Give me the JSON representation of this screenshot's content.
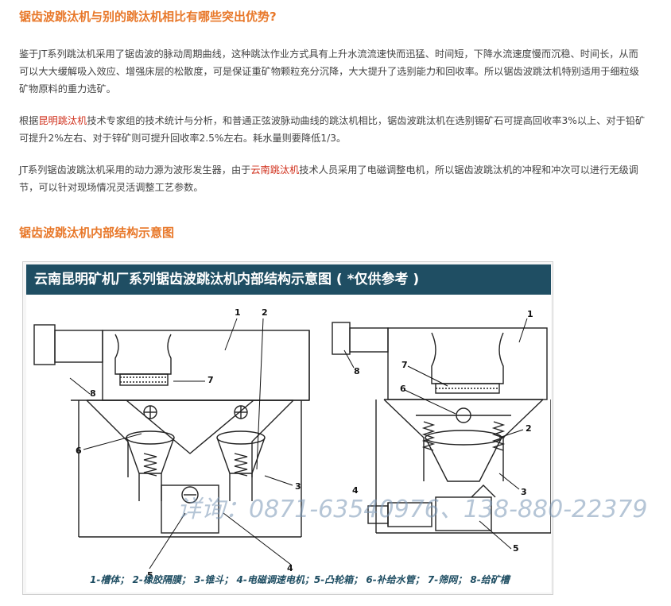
{
  "section1": {
    "heading": "锯齿波跳汰机与别的跳汰机相比有哪些突出优势?",
    "p1": "鉴于JT系列跳汰机采用了锯齿波的脉动周期曲线，这种跳汰作业方式具有上升水流流速快而迅猛、时间短，下降水流速度慢而沉稳、时间长，从而可以大大缓解吸入效应、增强床层的松散度，可是保证重矿物颗粒充分沉降，大大提升了选别能力和回收率。所以锯齿波跳汰机特别适用于细粒级矿物原料的重力选矿。",
    "p2_before": "根据",
    "p2_link": "昆明跳汰机",
    "p2_after": "技术专家组的技术统计与分析，和普通正弦波脉动曲线的跳汰机相比，锯齿波跳汰机在选别锡矿石可提高回收率3%以上、对于铅矿可提升2%左右、对于锌矿则可提升回收率2.5%左右。耗水量则要降低1/3。",
    "p3_before": "JT系列锯齿波跳汰机采用的动力源为波形发生器，由于",
    "p3_link": "云南跳汰机",
    "p3_after": "技术人员采用了电磁调整电机，所以锯齿波跳汰机的冲程和冲次可以进行无级调节，可以针对现场情况灵活调整工艺参数。"
  },
  "section2": {
    "heading": "锯齿波跳汰机内部结构示意图"
  },
  "figure": {
    "title": "云南昆明矿机厂系列锯齿波跳汰机内部结构示意图 ( *仅供参考 )",
    "watermark": "详询：0871-63540976、138-880-22379",
    "legend": "1-槽体； 2-橡胶隔膜； 3-锥斗； 4-电磁调速电机；5-凸轮箱； 6-补给水管； 7-筛网； 8-给矿槽",
    "callouts": [
      "1",
      "2",
      "7",
      "8",
      "6",
      "3",
      "5",
      "4",
      "1",
      "7",
      "8",
      "6",
      "2",
      "3",
      "4",
      "5"
    ]
  },
  "colors": {
    "heading": "#e8782a",
    "link": "#d0301c",
    "figure_header": "#1f4e63",
    "text": "#444444"
  }
}
